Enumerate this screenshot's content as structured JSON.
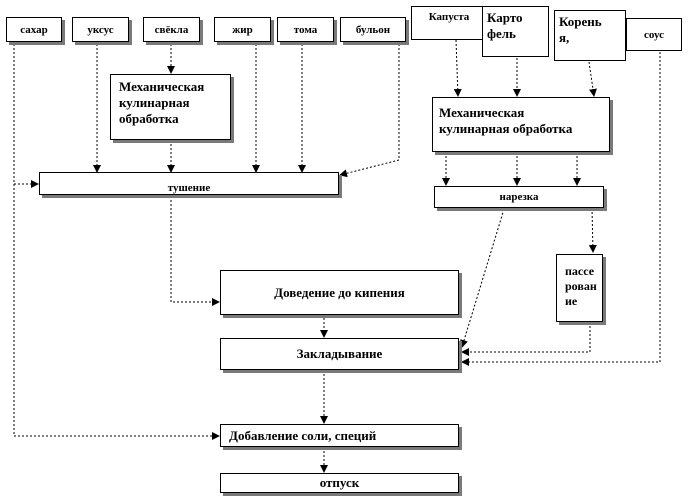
{
  "diagram": {
    "ingredients": {
      "sugar": "сахар",
      "vinegar": "уксус",
      "beet": "свёкла",
      "fat": "жир",
      "tomato": "тома",
      "broth": "бульон",
      "cabbage": "Капуста",
      "potato": "Карто\nфель",
      "roots": "Корень\nя,",
      "sauce": "соус"
    },
    "steps": {
      "mech_beet": "Механическая\nкулинарная\nобработка",
      "mech_veg": "Механическая\nкулинарная обработка",
      "stewing": "тушение",
      "cutting": "нарезка",
      "sauteing": "пассе\nрован\nие",
      "boiling": "Доведение до кипения",
      "laying": "Закладывание",
      "salt_spices": "Добавление соли, специй",
      "serving": "отпуск"
    }
  }
}
